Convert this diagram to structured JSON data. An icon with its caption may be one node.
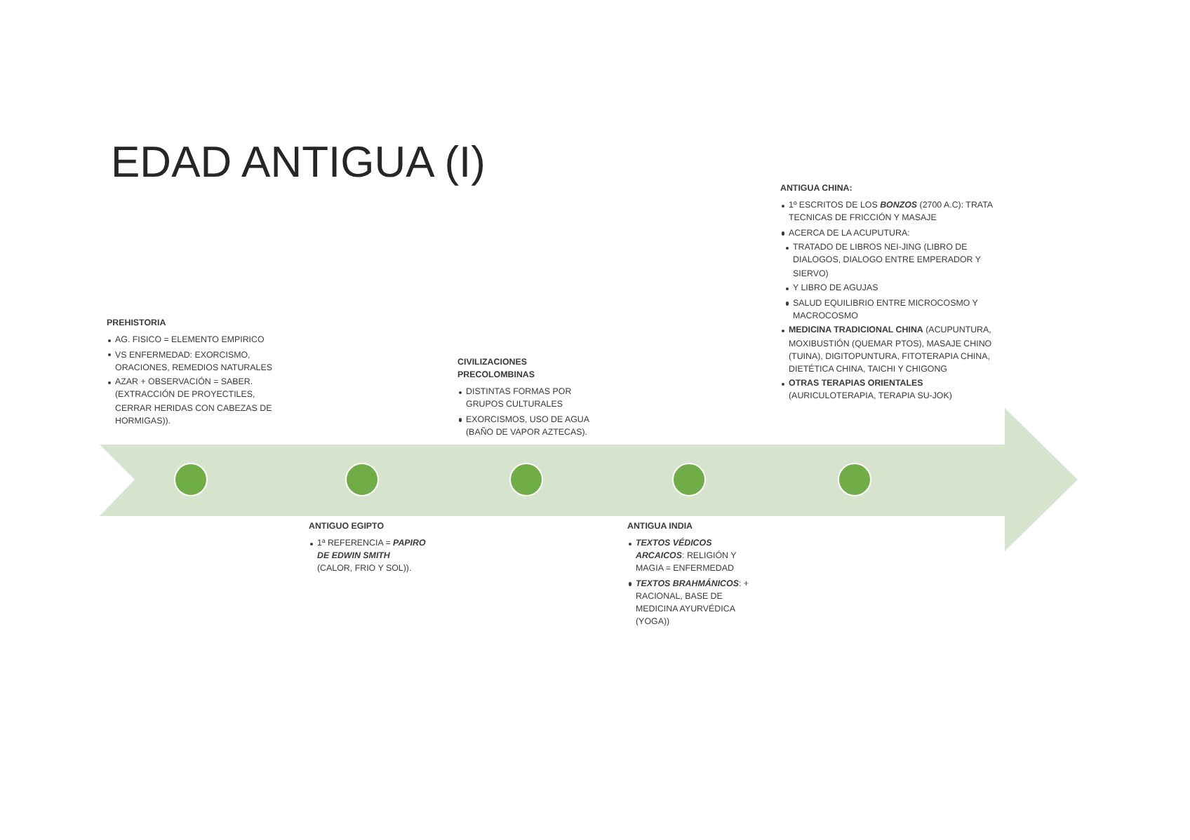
{
  "diagram": {
    "title": "EDAD ANTIGUA (I)",
    "nodes": [
      {
        "text": [],
        "shape": "arrow"
      },
      {
        "text": [],
        "shape": "circle",
        "in": 0,
        "beside": [
          "PREHISTORIA",
          "AG. FISICO = ELEMENTO EMPIRICO",
          "VS ENFERMEDAD: EXORCISMO, ORACIONES, REMEDIOS NATURALES",
          "AZAR + OBSERVACIÓN = SABER. (EXTRACCIÓN DE PROYECTILES, CERRAR HERIDAS CON CABEZAS DE HORMIGAS))."
        ]
      },
      {
        "text": [],
        "shape": "circle",
        "in": 0,
        "beside": [
          "ANTIGUO EGIPTO",
          "1ª REFERENCIA = *PAPIRO DE EDWIN SMITH* (CALOR, FRIO Y SOL))."
        ]
      },
      {
        "text": [],
        "shape": "circle",
        "in": 0,
        "beside": [
          "CIVILIZACIONES PRECOLOMBINAS",
          "DISTINTAS FORMAS POR GRUPOS CULTURALES",
          "EXORCISMOS, USO DE AGUA (BAÑO DE VAPOR AZTECAS)."
        ]
      },
      {
        "text": [],
        "shape": "circle",
        "in": 0,
        "beside": [
          "ANTIGUA INDIA",
          "*TEXTOS VÉDICOS ARCAICOS*: RELIGIÓN Y MAGIA = ENFERMEDAD",
          "*TEXTOS BRAHMÁNICOS*: + RACIONAL, BASE DE MEDICINA AYURVÉDICA (YOGA))"
        ]
      },
      {
        "text": [],
        "shape": "circle",
        "in": 0,
        "beside": [
          "ANTIGUA CHINA:",
          "1º ESCRITOS DE LOS *BONZOS* (2700 A.C): TRATA TECNICAS DE FRICCIÓN Y MASAJE",
          "ACERCA DE LA ACUPUTURA:",
          "TRATADO DE LIBROS NEI-JING (LIBRO DE DIALOGOS, DIALOGO ENTRE EMPERADOR Y SIERVO)",
          "Y LIBRO DE AGUJAS",
          "SALUD EQUILIBRIO ENTRE MICROCOSMO Y MACROCOSMO",
          "**MEDICINA TRADICIONAL CHINA** (ACUPUNTURA, MOXIBUSTIÓN (QUEMAR PTOS), MASAJE CHINO (TUINA), DIGITOPUNTURA, FITOTERAPIA CHINA, DIETÉTICA CHINA, TAICHI Y CHIGONG",
          "**OTRAS TERAPIAS ORIENTALES** (AURICULOTERAPIA, TERAPIA SU-JOK)"
        ]
      }
    ]
  }
}
